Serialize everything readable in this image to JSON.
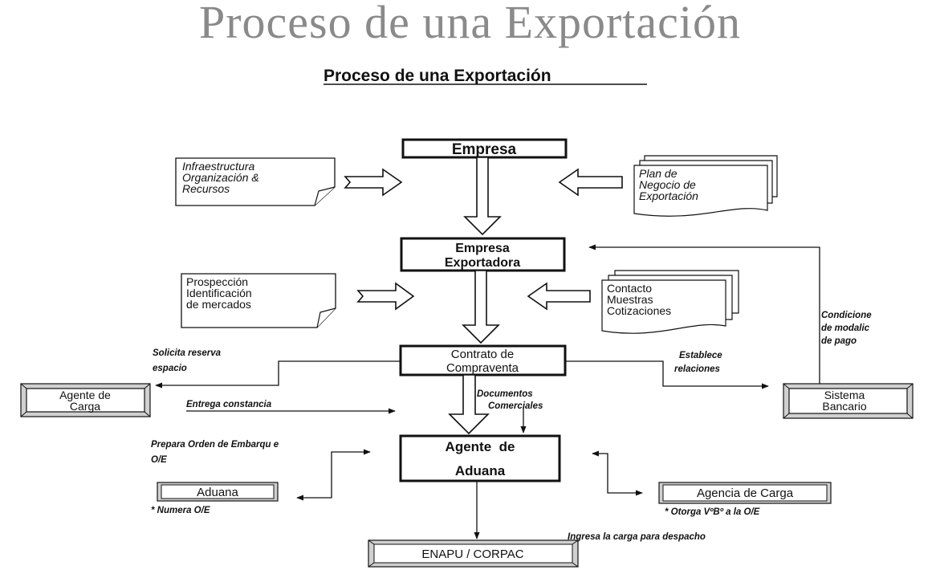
{
  "slide_title": "Proceso de una Exportación",
  "diagram": {
    "heading": "Proceso de una Exportación",
    "boxes": {
      "empresa": "Empresa",
      "empresa_exportadora": [
        "Empresa",
        "Exportadora"
      ],
      "contrato": [
        "Contrato de",
        "Compraventa"
      ],
      "agente_aduana": [
        "Agente  de",
        "Aduana"
      ],
      "agente_carga": [
        "Agente de",
        "Carga"
      ],
      "sistema_bancario": [
        "Sistema",
        "Bancario"
      ],
      "aduana": "Aduana",
      "agencia_carga": "Agencia de Carga",
      "enapu": "ENAPU / CORPAC"
    },
    "notes": {
      "infraestructura": [
        "Infraestructura",
        "Organización &",
        "Recursos"
      ],
      "plan_negocio": [
        "Plan de",
        "Negocio de",
        "Exportación"
      ],
      "prospeccion": [
        "Prospección",
        "Identificación",
        "de mercados"
      ],
      "contacto": [
        "Contacto",
        "Muestras",
        "Cotizaciones"
      ]
    },
    "labels": {
      "solicita_reserva": [
        "Solicita reserva",
        "espacio"
      ],
      "entrega_constancia": "Entrega constancia",
      "documentos_comerciales": [
        "Documentos",
        "Comerciales"
      ],
      "establece_relaciones": [
        "Establece",
        "relaciones"
      ],
      "condiciones": [
        "Condicione",
        "de modalic",
        "de pago"
      ],
      "prepara_orden": [
        "Prepara Orden de Embarqu e",
        "O/E"
      ],
      "numera_oe": "* Numera O/E",
      "otorga_vb": "* Otorga VºBº a la O/E",
      "ingresa_carga": "Ingresa la carga para despacho"
    }
  }
}
